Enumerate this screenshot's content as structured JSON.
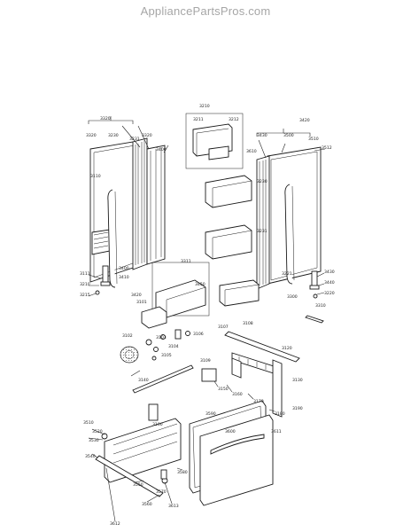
{
  "watermark": "AppliancePartsPros.com",
  "callouts": [
    {
      "id": "c1",
      "text": "3210"
    },
    {
      "id": "c2",
      "text": "3211"
    },
    {
      "id": "c3",
      "text": "3212"
    },
    {
      "id": "c4",
      "text": "3230"
    },
    {
      "id": "c5",
      "text": "3231"
    },
    {
      "id": "c6",
      "text": "3320"
    },
    {
      "id": "c7",
      "text": "3320"
    },
    {
      "id": "c8",
      "text": "3230"
    },
    {
      "id": "c9",
      "text": "3231"
    },
    {
      "id": "c10",
      "text": "3320"
    },
    {
      "id": "c11",
      "text": "3400"
    },
    {
      "id": "c12",
      "text": "3420"
    },
    {
      "id": "c13",
      "text": "3430"
    },
    {
      "id": "c14",
      "text": "3500"
    },
    {
      "id": "c15",
      "text": "3510"
    },
    {
      "id": "c16",
      "text": "3512"
    },
    {
      "id": "c17",
      "text": "3610"
    },
    {
      "id": "c18",
      "text": "3110"
    },
    {
      "id": "c19",
      "text": "3111"
    },
    {
      "id": "c20",
      "text": "3210"
    },
    {
      "id": "c21",
      "text": "3215"
    },
    {
      "id": "c22",
      "text": "3400"
    },
    {
      "id": "c23",
      "text": "3410"
    },
    {
      "id": "c24",
      "text": "3420"
    },
    {
      "id": "c25",
      "text": "3430"
    },
    {
      "id": "c26",
      "text": "3440"
    },
    {
      "id": "c27",
      "text": "3220"
    },
    {
      "id": "c28",
      "text": "3221"
    },
    {
      "id": "c29",
      "text": "3300"
    },
    {
      "id": "c30",
      "text": "3310"
    },
    {
      "id": "c31",
      "text": "3311"
    },
    {
      "id": "c32",
      "text": "3450"
    },
    {
      "id": "c33",
      "text": "3101"
    },
    {
      "id": "c34",
      "text": "3102"
    },
    {
      "id": "c35",
      "text": "3103"
    },
    {
      "id": "c36",
      "text": "3104"
    },
    {
      "id": "c37",
      "text": "3105"
    },
    {
      "id": "c38",
      "text": "3106"
    },
    {
      "id": "c39",
      "text": "3107"
    },
    {
      "id": "c40",
      "text": "3108"
    },
    {
      "id": "c41",
      "text": "3109"
    },
    {
      "id": "c42",
      "text": "3120"
    },
    {
      "id": "c43",
      "text": "3130"
    },
    {
      "id": "c44",
      "text": "3140"
    },
    {
      "id": "c45",
      "text": "3150"
    },
    {
      "id": "c46",
      "text": "3160"
    },
    {
      "id": "c47",
      "text": "3170"
    },
    {
      "id": "c48",
      "text": "3180"
    },
    {
      "id": "c49",
      "text": "3190"
    },
    {
      "id": "c50",
      "text": "3100"
    },
    {
      "id": "c51",
      "text": "3510"
    },
    {
      "id": "c52",
      "text": "3520"
    },
    {
      "id": "c53",
      "text": "3530"
    },
    {
      "id": "c54",
      "text": "3540"
    },
    {
      "id": "c55",
      "text": "3550"
    },
    {
      "id": "c56",
      "text": "3560"
    },
    {
      "id": "c57",
      "text": "3570"
    },
    {
      "id": "c58",
      "text": "3580"
    },
    {
      "id": "c59",
      "text": "3590"
    },
    {
      "id": "c60",
      "text": "3600"
    },
    {
      "id": "c61",
      "text": "3611"
    },
    {
      "id": "c62",
      "text": "3612"
    },
    {
      "id": "c63",
      "text": "3613"
    }
  ]
}
